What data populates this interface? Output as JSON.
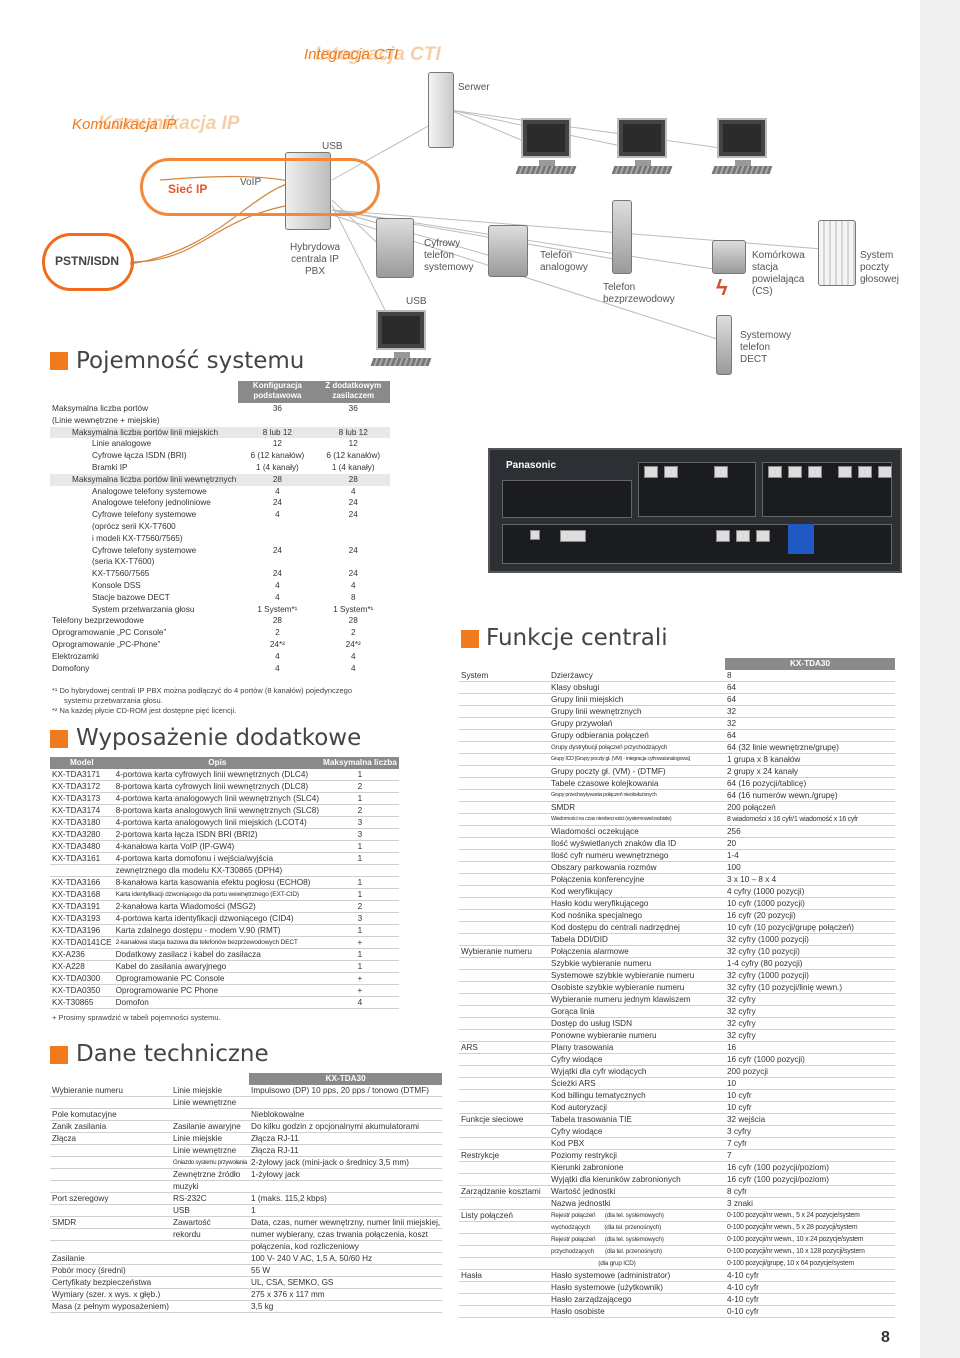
{
  "diagram": {
    "title_cti": "Integracja CTI",
    "title_ip": "Komunikacja IP",
    "serwer": "Serwer",
    "usb_top": "USB",
    "usb_mid": "USB",
    "siec_ip": "Sieć IP",
    "voip": "VoIP",
    "pstn": "PSTN/ISDN",
    "hybrid": [
      "Hybrydowa",
      "centrala IP PBX"
    ],
    "digital": [
      "Cyfrowy",
      "telefon",
      "systemowy"
    ],
    "analog": [
      "Telefon",
      "analogowy"
    ],
    "cordless": [
      "Telefon",
      "bezprzewodowy"
    ],
    "cell": [
      "Komórkowa",
      "stacja",
      "powielająca",
      "(CS)"
    ],
    "voicemail": [
      "System",
      "poczty",
      "głosowej"
    ],
    "dect": [
      "Systemowy",
      "telefon",
      "DECT"
    ]
  },
  "pbx_brand": "Panasonic",
  "capacity": {
    "title": "Pojemność systemu",
    "col1": "Konfiguracja podstawowa",
    "col2": "Z dodatkowym zasilaczem",
    "rows": [
      {
        "label": "Maksymalna liczba portów",
        "a": "36",
        "b": "36",
        "indent": 0
      },
      {
        "label": "(Linie wewnętrzne + miejskie)",
        "a": "",
        "b": "",
        "indent": 0
      },
      {
        "label": "Maksymalna liczba portów linii miejskich",
        "a": "8 lub 12",
        "b": "8 lub 12",
        "indent": 1,
        "gray": true
      },
      {
        "label": "Linie analogowe",
        "a": "12",
        "b": "12",
        "indent": 2
      },
      {
        "label": "Cyfrowe łącza ISDN (BRI)",
        "a": "6 (12 kanałów)",
        "b": "6 (12 kanałów)",
        "indent": 2
      },
      {
        "label": "Bramki IP",
        "a": "1 (4 kanały)",
        "b": "1 (4 kanały)",
        "indent": 2
      },
      {
        "label": "Maksymalna liczba portów linii wewnętrznych",
        "a": "28",
        "b": "28",
        "indent": 1,
        "gray": true
      },
      {
        "label": "Analogowe telefony systemowe",
        "a": "4",
        "b": "4",
        "indent": 2
      },
      {
        "label": "Analogowe telefony jednoliniowe",
        "a": "24",
        "b": "24",
        "indent": 2
      },
      {
        "label": "Cyfrowe telefony systemowe",
        "a": "4",
        "b": "24",
        "indent": 2
      },
      {
        "label": "(oprócz serii KX-T7600",
        "a": "",
        "b": "",
        "indent": 2
      },
      {
        "label": "i modeli KX-T7560/7565)",
        "a": "",
        "b": "",
        "indent": 2
      },
      {
        "label": "Cyfrowe telefony systemowe",
        "a": "24",
        "b": "24",
        "indent": 2
      },
      {
        "label": "(seria KX-T7600)",
        "a": "",
        "b": "",
        "indent": 2
      },
      {
        "label": "KX-T7560/7565",
        "a": "24",
        "b": "24",
        "indent": 2
      },
      {
        "label": "Konsole DSS",
        "a": "4",
        "b": "4",
        "indent": 2
      },
      {
        "label": "Stacje bazowe DECT",
        "a": "4",
        "b": "8",
        "indent": 2
      },
      {
        "label": "System przetwarzania głosu",
        "a": "1 System*¹",
        "b": "1 System*¹",
        "indent": 2
      },
      {
        "label": "Telefony bezprzewodowe",
        "a": "28",
        "b": "28",
        "indent": 0
      },
      {
        "label": "Oprogramowanie „PC Console”",
        "a": "2",
        "b": "2",
        "indent": 0
      },
      {
        "label": "Oprogramowanie „PC-Phone”",
        "a": "24*²",
        "b": "24*²",
        "indent": 0
      },
      {
        "label": "Elektrozamki",
        "a": "4",
        "b": "4",
        "indent": 0
      },
      {
        "label": "Domofony",
        "a": "4",
        "b": "4",
        "indent": 0
      }
    ],
    "foot1": "*¹  Do hybrydowej centrali IP PBX można podłączyć do 4 portów (8 kanałów) pojedynczego",
    "foot1b": "systemu przetwarzania głosu.",
    "foot2": "*²  Na każdej płycie CD-ROM jest dostępne pięć licencji."
  },
  "accessories": {
    "title": "Wyposażenie dodatkowe",
    "h_model": "Model",
    "h_opis": "Opis",
    "h_max": "Maksymalna liczba",
    "rows": [
      {
        "m": "KX-TDA3171",
        "d": "4-portowa karta cyfrowych linii wewnętrznych (DLC4)",
        "n": "1"
      },
      {
        "m": "KX-TDA3172",
        "d": "8-portowa karta cyfrowych linii wewnętrznych (DLC8)",
        "n": "2"
      },
      {
        "m": "KX-TDA3173",
        "d": "4-portowa karta analogowych linii wewnętrznych (SLC4)",
        "n": "1"
      },
      {
        "m": "KX-TDA3174",
        "d": "8-portowa karta analogowych linii wewnętrznych (SLC8)",
        "n": "2"
      },
      {
        "m": "KX-TDA3180",
        "d": "4-portowa karta analogowych linii miejskich (LCOT4)",
        "n": "3"
      },
      {
        "m": "KX-TDA3280",
        "d": "2-portowa karta łącza ISDN BRI (BRI2)",
        "n": "3"
      },
      {
        "m": "KX-TDA3480",
        "d": "4-kanałowa karta VoIP (IP-GW4)",
        "n": "1"
      },
      {
        "m": "KX-TDA3161",
        "d": "4-portowa karta domofonu i wejścia/wyjścia",
        "n": "1"
      },
      {
        "m": "",
        "d": "zewnętrznego dla modelu KX-T30865 (DPH4)",
        "n": ""
      },
      {
        "m": "KX-TDA3166",
        "d": "8-kanałowa karta kasowania efektu pogłosu (ECHO8)",
        "n": "1"
      },
      {
        "m": "KX-TDA3168",
        "d": "Karta identyfikacji dzwoniącego dla portu wewnętrznego (EXT-CID)",
        "n": "1"
      },
      {
        "m": "KX-TDA3191",
        "d": "2-kanałowa karta Wiadomości (MSG2)",
        "n": "2"
      },
      {
        "m": "KX-TDA3193",
        "d": "4-portowa karta identyfikacji dzwoniącego (CID4)",
        "n": "3"
      },
      {
        "m": "KX-TDA3196",
        "d": "Karta zdalnego dostępu - modem V.90 (RMT)",
        "n": "1"
      },
      {
        "m": "KX-TDA0141CE",
        "d": "2-kanałowa stacja bazowa dla telefonów bezprzewodowych DECT",
        "n": "+"
      },
      {
        "m": "KX-A236",
        "d": "Dodatkowy zasilacz i kabel do zasilacza",
        "n": "1"
      },
      {
        "m": "KX-A228",
        "d": "Kabel do zasilania awaryjnego",
        "n": "1"
      },
      {
        "m": "KX-TDA0300",
        "d": "Oprogramowanie PC Console",
        "n": "+"
      },
      {
        "m": "KX-TDA0350",
        "d": "Oprogramowanie PC Phone",
        "n": "+"
      },
      {
        "m": "KX-T30865",
        "d": "Domofon",
        "n": "4"
      }
    ],
    "foot": "+  Prosimy sprawdzić w tabeli pojemności systemu."
  },
  "tech": {
    "title": "Dane techniczne",
    "header": "KX-TDA30",
    "rows": [
      {
        "a": "Wybieranie numeru",
        "b": "Linie miejskie",
        "c": "Impulsowo (DP) 10 pps, 20 pps / tonowo (DTMF)"
      },
      {
        "a": "",
        "b": "Linie wewnętrzne",
        "c": ""
      },
      {
        "a": "Pole komutacyjne",
        "b": "",
        "c": "Nieblokowalne"
      },
      {
        "a": "Zanik zasilania",
        "b": "Zasilanie awaryjne",
        "c": "Do kilku godzin z opcjonalnymi akumulatorami"
      },
      {
        "a": "Złącza",
        "b": "Linie miejskie",
        "c": "Złącza RJ-11"
      },
      {
        "a": "",
        "b": "Linie wewnętrzne",
        "c": "Złącza RJ-11"
      },
      {
        "a": "",
        "b": "Gniazdo systemu przywołania",
        "c": "2-żyłowy jack (mini-jack o średnicy 3,5 mm)"
      },
      {
        "a": "",
        "b": "Zewnętrzne źródło",
        "c": "1-żyłowy jack"
      },
      {
        "a": "",
        "b": "muzyki",
        "c": ""
      },
      {
        "a": "Port szeregowy",
        "b": "RS-232C",
        "c": "1 (maks. 115,2 kbps)"
      },
      {
        "a": "",
        "b": "USB",
        "c": "1"
      },
      {
        "a": "SMDR",
        "b": "Zawartość",
        "c": "Data, czas, numer wewnętrzny, numer linii miejskiej,"
      },
      {
        "a": "",
        "b": "rekordu",
        "c": "numer wybierany, czas trwania połączenia, koszt"
      },
      {
        "a": "",
        "b": "",
        "c": "połączenia, kod rozliczeniowy"
      },
      {
        "a": "Zasilanie",
        "b": "",
        "c": "100 V- 240 V AC, 1,5 A, 50/60 Hz"
      },
      {
        "a": "Pobór mocy (średni)",
        "b": "",
        "c": "55 W"
      },
      {
        "a": "Certyfikaty bezpieczeństwa",
        "b": "",
        "c": "UL, CSA, SEMKO, GS"
      },
      {
        "a": "Wymiary (szer. x wys. x głęb.)",
        "b": "",
        "c": "275 x 376 x 117 mm"
      },
      {
        "a": "Masa (z pełnym wyposażeniem)",
        "b": "",
        "c": "3,5 kg"
      }
    ]
  },
  "functions": {
    "title": "Funkcje centrali",
    "header": "KX-TDA30",
    "rows": [
      {
        "c": "System",
        "f": "Dzierżawcy",
        "v": "8"
      },
      {
        "c": "",
        "f": "Klasy obsługi",
        "v": "64"
      },
      {
        "c": "",
        "f": "Grupy linii miejskich",
        "v": "64"
      },
      {
        "c": "",
        "f": "Grupy linii wewnętrznych",
        "v": "32"
      },
      {
        "c": "",
        "f": "Grupy przywołań",
        "v": "32"
      },
      {
        "c": "",
        "f": "Grupy odbierania połączeń",
        "v": "64"
      },
      {
        "c": "",
        "f": "Grupy dystrybucji połączeń przychodzących",
        "v": "64 (32 linie wewnętrzne/grupę)"
      },
      {
        "c": "",
        "f": "Grupy ICD [Grupy poczty gł. (VM) - integracja cyfrowa/analogowa]",
        "v": "1 grupa x 8 kanałów"
      },
      {
        "c": "",
        "f": "Grupy poczty gł. (VM) - (DTMF)",
        "v": "2 grupy x 24 kanały"
      },
      {
        "c": "",
        "f": "Tabele czasowe kolejkowania",
        "v": "64 (16 pozycji/tablicę)"
      },
      {
        "c": "",
        "f": "Grupy przechwytywania połączeń nieobsłużonych",
        "v": "64 (16 numerów wewn./grupę)"
      },
      {
        "c": "",
        "f": "SMDR",
        "v": "200 połączeń"
      },
      {
        "c": "",
        "f": "Wiadomości na czas nieobecności (systemowe/osobiste)",
        "v": "8 wiadomości x 16 cyfr/1 wiadomość x 16 cyfr"
      },
      {
        "c": "",
        "f": "Wiadomości oczekujące",
        "v": "256"
      },
      {
        "c": "",
        "f": "Ilość wyświetlanych znaków dla ID",
        "v": "20"
      },
      {
        "c": "",
        "f": "Ilość cyfr numeru wewnętrznego",
        "v": "1-4"
      },
      {
        "c": "",
        "f": "Obszary parkowania rozmów",
        "v": "100"
      },
      {
        "c": "",
        "f": "Połączenia konferencyjne",
        "v": "3 x 10 – 8 x 4"
      },
      {
        "c": "",
        "f": "Kod weryfikujący",
        "v": "4 cyfry (1000 pozycji)"
      },
      {
        "c": "",
        "f": "Hasło kodu weryfikującego",
        "v": "10 cyfr (1000 pozycji)"
      },
      {
        "c": "",
        "f": "Kod nośnika specjalnego",
        "v": "16 cyfr (20 pozycji)"
      },
      {
        "c": "",
        "f": "Kod dostępu do centrali nadrzędnej",
        "v": "10 cyfr (10 pozycji/grupę połączeń)"
      },
      {
        "c": "",
        "f": "Tabela DDI/DID",
        "v": "32 cyfry (1000 pozycji)"
      },
      {
        "c": "Wybieranie numeru",
        "f": "Połączenia alarmowe",
        "v": "32 cyfry (10 pozycji)"
      },
      {
        "c": "",
        "f": "Szybkie wybieranie numeru",
        "v": "1-4 cyfry (80 pozycji)"
      },
      {
        "c": "",
        "f": "Systemowe szybkie wybieranie numeru",
        "v": "32 cyfry (1000 pozycji)"
      },
      {
        "c": "",
        "f": "Osobiste szybkie wybieranie numeru",
        "v": "32 cyfry (10 pozycji/linię wewn.)"
      },
      {
        "c": "",
        "f": "Wybieranie numeru jednym klawiszem",
        "v": "32 cyfry"
      },
      {
        "c": "",
        "f": "Gorąca linia",
        "v": "32 cyfry"
      },
      {
        "c": "",
        "f": "Dostęp do usług ISDN",
        "v": "32 cyfry"
      },
      {
        "c": "",
        "f": "Ponowne wybieranie numeru",
        "v": "32 cyfry"
      },
      {
        "c": "ARS",
        "f": "Plany trasowania",
        "v": "16"
      },
      {
        "c": "",
        "f": "Cyfry wiodące",
        "v": "16 cyfr (1000 pozycji)"
      },
      {
        "c": "",
        "f": "Wyjątki dla cyfr wiodących",
        "v": "200 pozycji"
      },
      {
        "c": "",
        "f": "Ścieżki ARS",
        "v": "10"
      },
      {
        "c": "",
        "f": "Kod billingu tematycznych",
        "v": "10 cyfr"
      },
      {
        "c": "",
        "f": "Kod autoryzacji",
        "v": "10 cyfr"
      },
      {
        "c": "Funkcje sieciowe",
        "f": "Tabela trasowania TIE",
        "v": "32 wejścia"
      },
      {
        "c": "",
        "f": "Cyfry wiodące",
        "v": "3 cyfry"
      },
      {
        "c": "",
        "f": "Kod PBX",
        "v": "7 cyfr"
      },
      {
        "c": "Restrykcje",
        "f": "Poziomy restrykcji",
        "v": "7"
      },
      {
        "c": "",
        "f": "Kierunki zabronione",
        "v": "16 cyfr (100 pozycji/poziom)"
      },
      {
        "c": "",
        "f": "Wyjątki dla kierunków zabronionych",
        "v": "16 cyfr (100 pozycji/poziom)"
      },
      {
        "c": "Zarządzanie kosztami",
        "f": "Wartość jednostki",
        "v": "8 cyfr"
      },
      {
        "c": "",
        "f": "Nazwa jednostki",
        "v": "3 znaki"
      },
      {
        "c": "Listy połączeń",
        "f": "Rejestr połączeń      (dla tel. systemowych)",
        "v": "0-100 pozycji/nr wewn., 5 x 24 pozycje/system"
      },
      {
        "c": "",
        "f": "wychodzących         (dla tel. przenośnych)",
        "v": "0-100 pozycji/nr wewn., 5 x 28 pozycji/system"
      },
      {
        "c": "",
        "f": "Rejestr połączeń      (dla tel. systemowych)",
        "v": "0-100 pozycji/nr wewn., 10 x 24 pozycje/system"
      },
      {
        "c": "",
        "f": "przychodzących       (dla tel. przenośnych)",
        "v": "0-100 pozycji/nr wewn., 10 x 128 pozycji/system"
      },
      {
        "c": "",
        "f": "                              (dla grup ICD)",
        "v": "0-100 pozycji/grupę, 10 x 64 pozycje/system"
      },
      {
        "c": "Hasła",
        "f": "Hasło systemowe (administrator)",
        "v": "4-10 cyfr"
      },
      {
        "c": "",
        "f": "Hasło systemowe (użytkownik)",
        "v": "4-10 cyfr"
      },
      {
        "c": "",
        "f": "Hasło zarządzającego",
        "v": "4-10 cyfr"
      },
      {
        "c": "",
        "f": "Hasło osobiste",
        "v": "0-10 cyfr"
      }
    ]
  },
  "page_number": "8"
}
